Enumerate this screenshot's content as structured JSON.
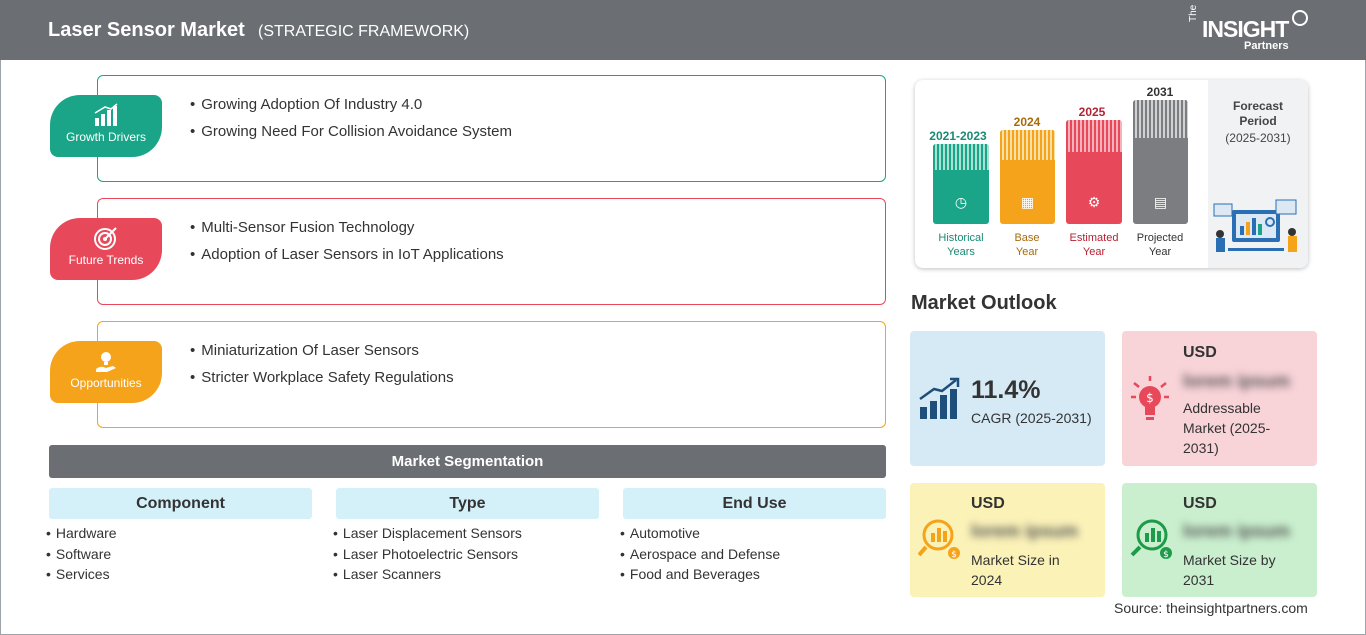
{
  "header": {
    "title": "Laser Sensor Market",
    "subtitle": "(STRATEGIC FRAMEWORK)",
    "logo": {
      "the": "The",
      "insight": "INSIGHT",
      "partners": "Partners"
    }
  },
  "cards": [
    {
      "badge": "Growth Drivers",
      "color": "#1aa588",
      "items": [
        "Growing Adoption Of Industry 4.0",
        "Growing Need For Collision Avoidance System"
      ]
    },
    {
      "badge": "Future Trends",
      "color": "#e8495a",
      "items": [
        "Multi-Sensor Fusion Technology",
        "Adoption of Laser Sensors in IoT Applications"
      ]
    },
    {
      "badge": "Opportunities",
      "color": "#f5a31a",
      "items": [
        "Miniaturization Of Laser Sensors",
        "Stricter Workplace Safety Regulations"
      ]
    }
  ],
  "segmentation": {
    "title": "Market Segmentation",
    "columns": [
      {
        "head": "Component",
        "items": [
          "Hardware",
          "Software",
          "Services"
        ]
      },
      {
        "head": "Type",
        "items": [
          "Laser Displacement Sensors",
          "Laser Photoelectric Sensors",
          "Laser Scanners"
        ]
      },
      {
        "head": "End Use",
        "items": [
          "Automotive",
          "Aerospace and Defense",
          "Food and Beverages"
        ]
      }
    ]
  },
  "timeline": {
    "bars": [
      {
        "year": "2021-2023",
        "cap1": "Historical",
        "cap2": "Years",
        "color": "#1aa588",
        "year_color": "#1a8a74"
      },
      {
        "year": "2024",
        "cap1": "Base",
        "cap2": "Year",
        "color": "#f5a31a",
        "year_color": "#a86b0a"
      },
      {
        "year": "2025",
        "cap1": "Estimated",
        "cap2": "Year",
        "color": "#e8495a",
        "year_color": "#b42233"
      },
      {
        "year": "2031",
        "cap1": "Projected",
        "cap2": "Year",
        "color": "#7b7d80",
        "year_color": "#333333"
      }
    ],
    "forecast": {
      "l1": "Forecast",
      "l2": "Period",
      "l3": "(2025-2031)"
    }
  },
  "outlook": {
    "title": "Market Outlook",
    "cagr": {
      "value": "11.4%",
      "label": "CAGR (2025-2031)",
      "color": "#d6eaf6"
    },
    "addressable": {
      "usd": "USD",
      "blur": "lorem ipsum",
      "l1": "Addressable",
      "l2": "Market (2025-",
      "l3": "2031)",
      "color": "#f8d3d8"
    },
    "size2024": {
      "usd": "USD",
      "blur": "lorem ipsum",
      "l1": "Market Size in",
      "l2": "2024",
      "color": "#fbf2b8"
    },
    "size2031": {
      "usd": "USD",
      "blur": "lorem ipsum",
      "l1": "Market Size by",
      "l2": "2031",
      "color": "#c9efce"
    }
  },
  "source": "Source: theinsightpartners.com"
}
